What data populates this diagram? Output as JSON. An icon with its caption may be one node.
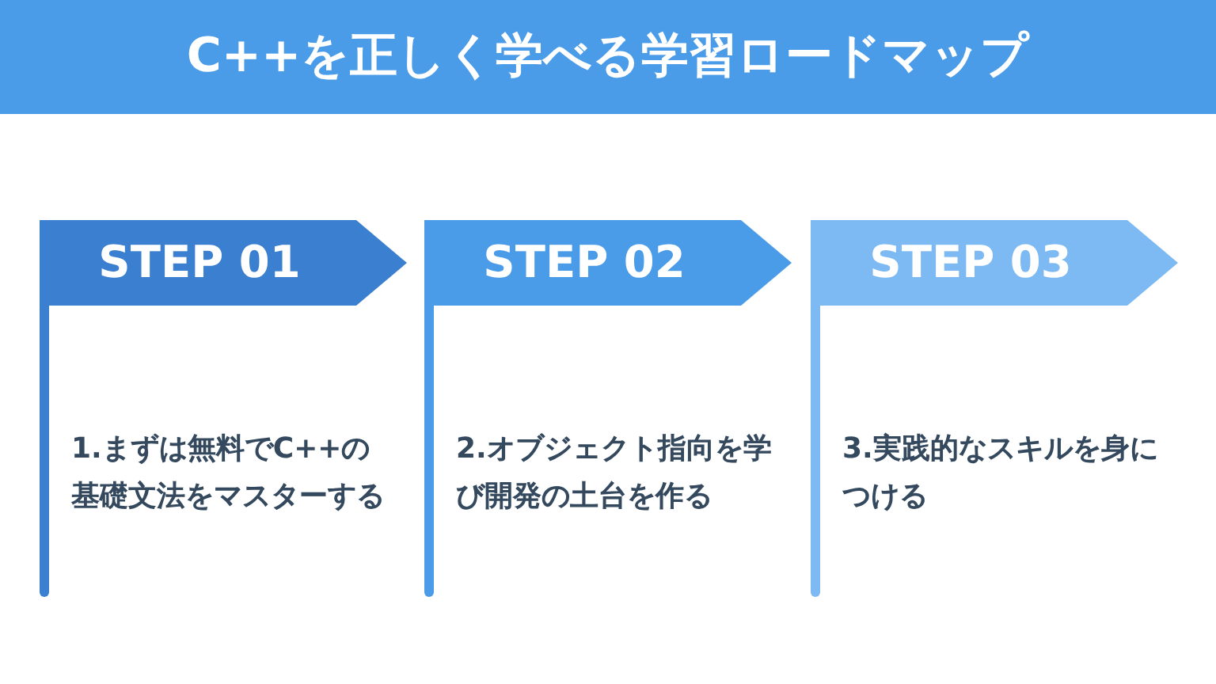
{
  "diagram": {
    "title": "C++を正しく学べる学習ロードマップ",
    "nodes": [
      {
        "text": [
          "STEP 01",
          "1.まずは無料でC++の基礎文法をマスターする"
        ]
      },
      {
        "text": [
          "STEP 02",
          "2.オブジェクト指向を学び開発の土台を作る"
        ]
      },
      {
        "text": [
          "STEP 03",
          "3.実践的なスキルを身につける"
        ]
      }
    ]
  }
}
